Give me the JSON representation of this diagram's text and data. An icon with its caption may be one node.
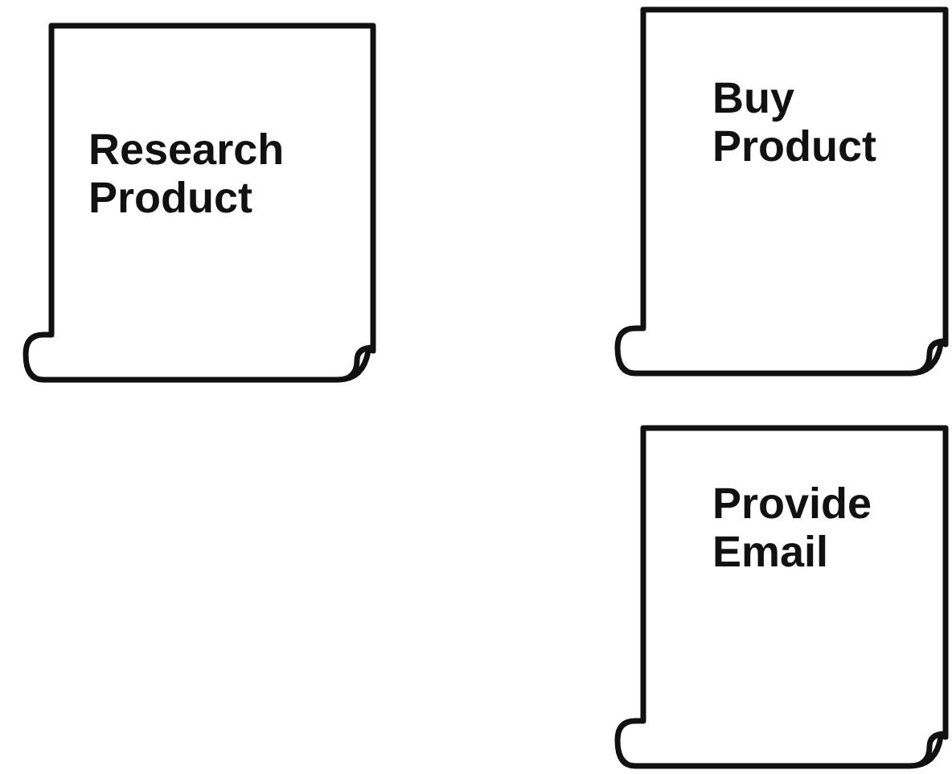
{
  "diagram": {
    "nodes": [
      {
        "text": [
          "Research Product"
        ]
      },
      {
        "text": [
          "Buy Product"
        ]
      },
      {
        "text": [
          "Provide Email"
        ]
      }
    ]
  }
}
